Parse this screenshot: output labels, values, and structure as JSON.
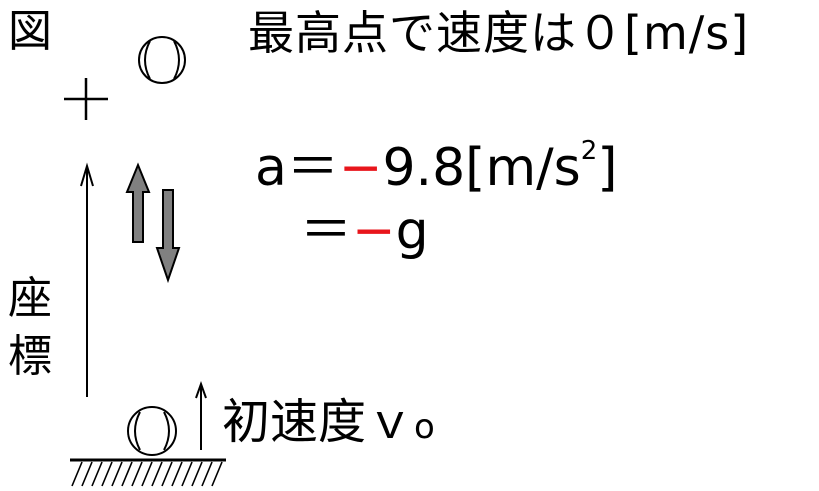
{
  "figure_label": "図",
  "top_note": "最高点で速度は０[m/s]",
  "equation": {
    "a_symbol": "a",
    "eq_sign": "＝",
    "minus_sign": "−",
    "value": "9.8",
    "unit_main": "[m/s",
    "unit_exp": "2",
    "unit_close": "]",
    "g_symbol": "g"
  },
  "coordinate_label": "座標",
  "initial_velocity": {
    "label": "初速度",
    "symbol": "ｖ",
    "subscript": "o"
  },
  "colors": {
    "minus": "#e8151b",
    "arrow_fill": "#808080"
  },
  "icons": [
    "baseball-icon",
    "crosshair-marker-icon",
    "ground-hatch-icon"
  ]
}
